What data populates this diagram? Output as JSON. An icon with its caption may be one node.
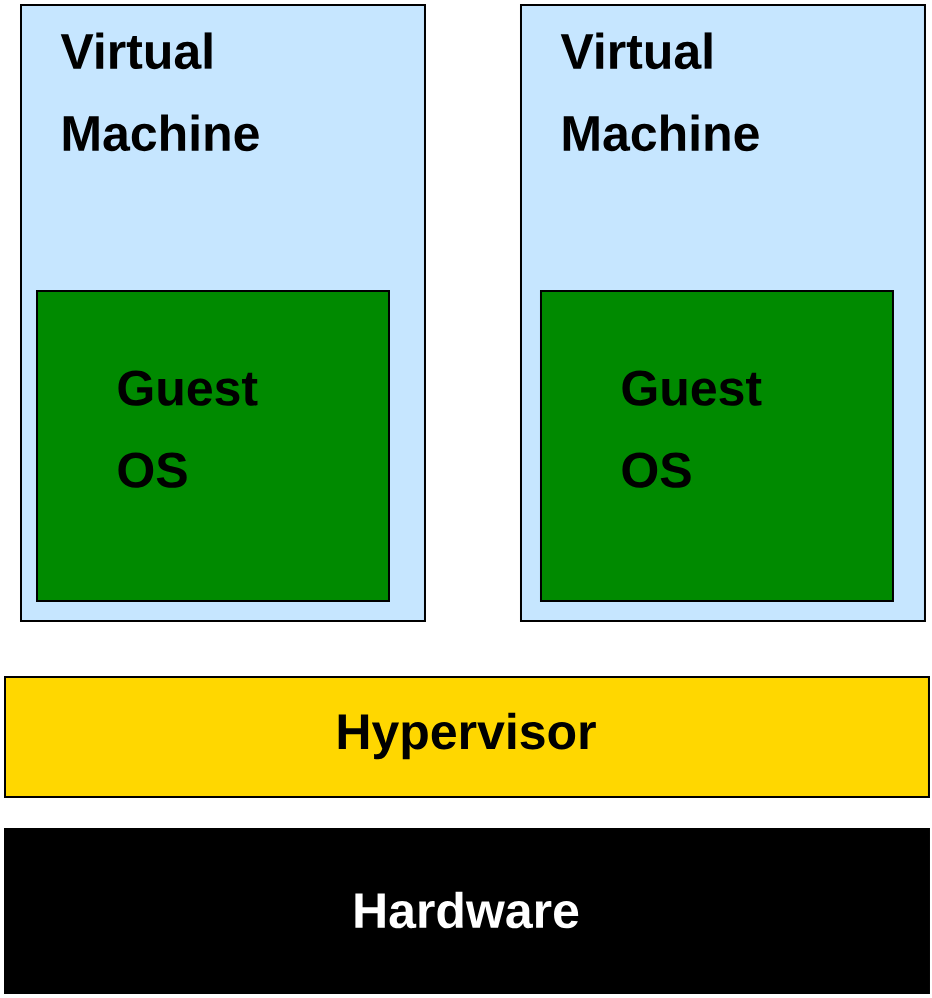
{
  "diagram": {
    "nodes": [
      {
        "text": [
          "Virtual Machine"
        ]
      },
      {
        "text": [
          "Guest OS"
        ],
        "in": 0
      },
      {
        "text": [
          "Virtual Machine"
        ]
      },
      {
        "text": [
          "Guest OS"
        ],
        "in": 2
      },
      {
        "text": [
          "Hypervisor"
        ]
      },
      {
        "text": [
          "Hardware"
        ]
      }
    ]
  }
}
